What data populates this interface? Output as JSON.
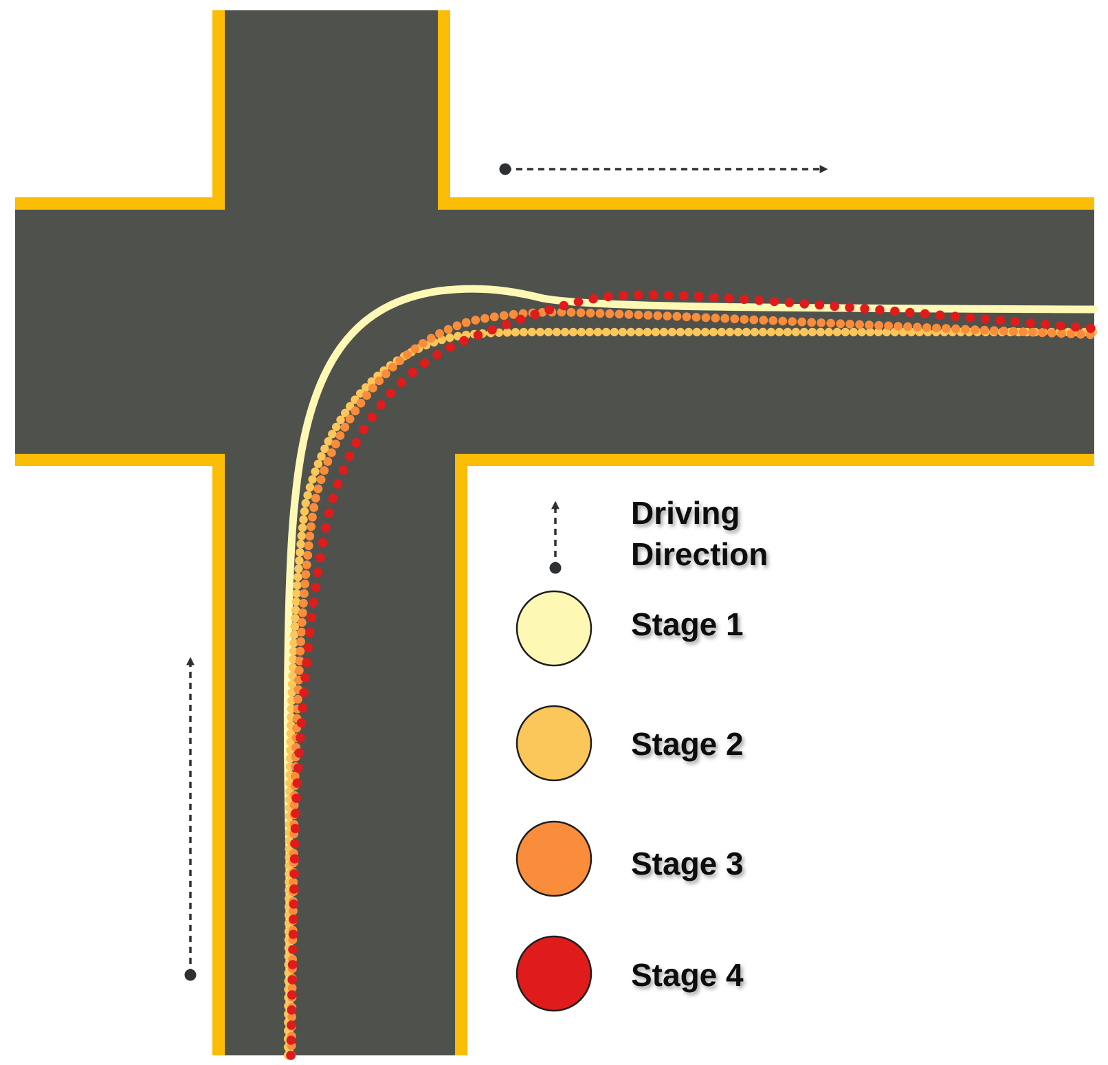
{
  "legend": {
    "direction_label_line1": "Driving",
    "direction_label_line2": "Direction",
    "stages": [
      {
        "label": "Stage 1",
        "color": "#fdf8b4"
      },
      {
        "label": "Stage 2",
        "color": "#fbc65a"
      },
      {
        "label": "Stage 3",
        "color": "#f98d3c"
      },
      {
        "label": "Stage 4",
        "color": "#e01b1b"
      }
    ]
  },
  "colors": {
    "road": "#4f514c",
    "curb": "#fbbc05",
    "arrow": "#2e3134"
  }
}
